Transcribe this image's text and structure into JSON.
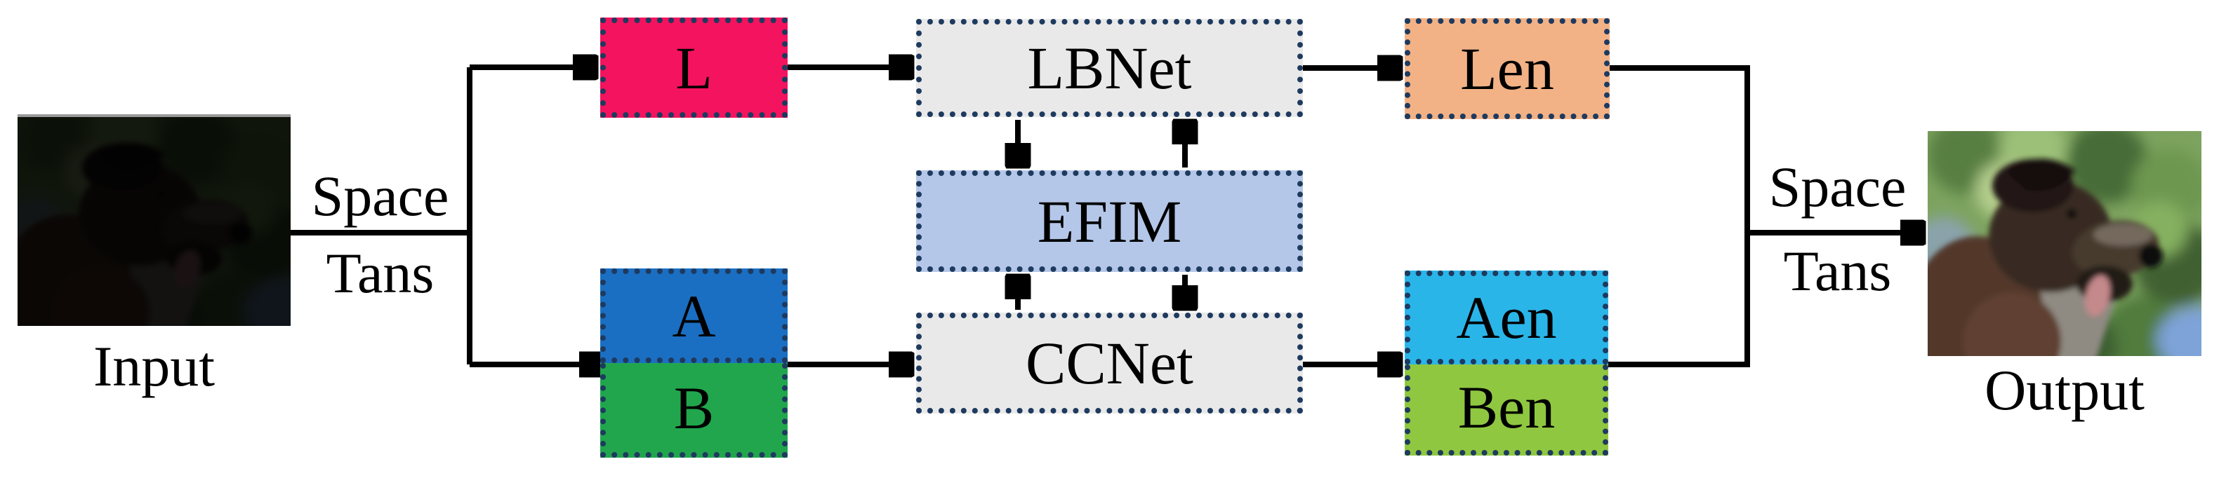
{
  "figure": {
    "input": {
      "label": "Input"
    },
    "output": {
      "label": "Output"
    },
    "transform_left": {
      "top": "Space",
      "bottom": "Tans"
    },
    "transform_right": {
      "top": "Space",
      "bottom": "Tans"
    },
    "channels": {
      "l": {
        "label": "L",
        "color": "#f4135e"
      },
      "a": {
        "label": "A",
        "color": "#1b6fc2"
      },
      "b": {
        "label": "B",
        "color": "#21a64d"
      }
    },
    "modules": {
      "lbnet": {
        "label": "LBNet",
        "color": "#e9e9e9"
      },
      "efim": {
        "label": "EFIM",
        "color": "#b4c7e8"
      },
      "ccnet": {
        "label": "CCNet",
        "color": "#e9e9e9"
      }
    },
    "enhanced": {
      "len": {
        "label": "Len",
        "color": "#f2b286"
      },
      "aen": {
        "label": "Aen",
        "color": "#2ab5e9"
      },
      "ben": {
        "label": "Ben",
        "color": "#8fc741"
      }
    },
    "style": {
      "border_color": "#1e3a5f",
      "arrow_color": "#000000"
    }
  }
}
